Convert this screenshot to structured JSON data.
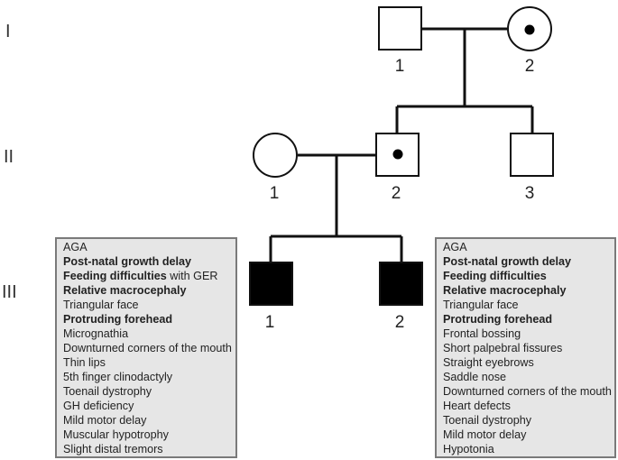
{
  "generations": [
    "I",
    "II",
    "III"
  ],
  "individuals": {
    "I_1": {
      "label": "1",
      "sex": "male",
      "status": "unaffected"
    },
    "I_2": {
      "label": "2",
      "sex": "female",
      "status": "carrier"
    },
    "II_1": {
      "label": "1",
      "sex": "female",
      "status": "unaffected"
    },
    "II_2": {
      "label": "2",
      "sex": "male",
      "status": "carrier"
    },
    "II_3": {
      "label": "3",
      "sex": "male",
      "status": "unaffected"
    },
    "III_1": {
      "label": "1",
      "sex": "male",
      "status": "affected"
    },
    "III_2": {
      "label": "2",
      "sex": "male",
      "status": "affected"
    }
  },
  "colors": {
    "affected": "#000000",
    "box_bg": "#e6e6e6",
    "box_border": "#7a7a7a"
  },
  "phenotype_left": [
    {
      "bold": "",
      "rest": "AGA"
    },
    {
      "bold": "Post-natal growth delay",
      "rest": ""
    },
    {
      "bold": "Feeding difficulties",
      "rest": " with GER"
    },
    {
      "bold": "Relative macrocephaly",
      "rest": ""
    },
    {
      "bold": "",
      "rest": "Triangular face"
    },
    {
      "bold": "Protruding forehead",
      "rest": ""
    },
    {
      "bold": "",
      "rest": "Micrognathia"
    },
    {
      "bold": "",
      "rest": "Downturned corners of the mouth"
    },
    {
      "bold": "",
      "rest": "Thin lips"
    },
    {
      "bold": "",
      "rest": "5th finger clinodactyly"
    },
    {
      "bold": "",
      "rest": "Toenail dystrophy"
    },
    {
      "bold": "",
      "rest": "GH deficiency"
    },
    {
      "bold": "",
      "rest": "Mild motor delay"
    },
    {
      "bold": "",
      "rest": "Muscular hypotrophy"
    },
    {
      "bold": "",
      "rest": "Slight distal tremors"
    }
  ],
  "phenotype_right": [
    {
      "bold": "",
      "rest": "AGA"
    },
    {
      "bold": "Post-natal growth delay",
      "rest": ""
    },
    {
      "bold": "Feeding difficulties",
      "rest": ""
    },
    {
      "bold": "Relative macrocephaly",
      "rest": ""
    },
    {
      "bold": "",
      "rest": "Triangular face"
    },
    {
      "bold": "Protruding forehead",
      "rest": ""
    },
    {
      "bold": "",
      "rest": "Frontal bossing"
    },
    {
      "bold": "",
      "rest": "Short palpebral fissures"
    },
    {
      "bold": "",
      "rest": "Straight eyebrows"
    },
    {
      "bold": "",
      "rest": "Saddle nose"
    },
    {
      "bold": "",
      "rest": "Downturned corners of the mouth"
    },
    {
      "bold": "",
      "rest": "Heart defects"
    },
    {
      "bold": "",
      "rest": "Toenail dystrophy"
    },
    {
      "bold": "",
      "rest": "Mild motor delay"
    },
    {
      "bold": "",
      "rest": "Hypotonia"
    }
  ]
}
